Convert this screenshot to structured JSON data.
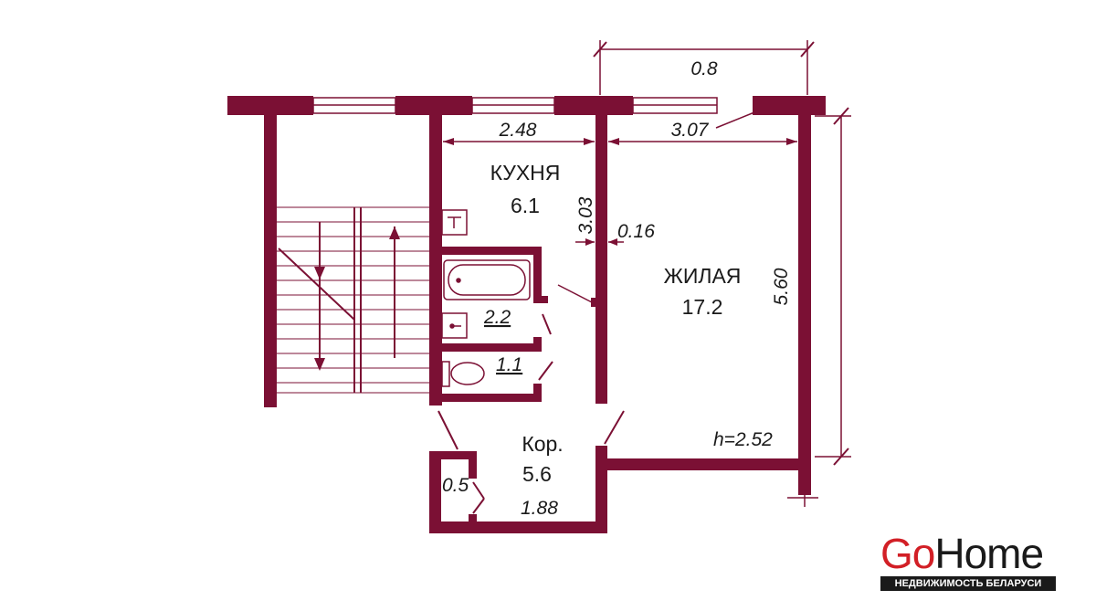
{
  "colors": {
    "wall": "#7b1034",
    "line": "#7b1034",
    "text": "#1a1a1a",
    "brand_red": "#d21f26",
    "brand_dark": "#1a1a1a"
  },
  "rooms": {
    "kitchen": {
      "name": "КУХНЯ",
      "area": "6.1"
    },
    "living": {
      "name": "ЖИЛАЯ",
      "area": "17.2"
    },
    "corridor": {
      "name": "Кор.",
      "area": "5.6"
    },
    "bathroom": {
      "area": "2.2"
    },
    "toilet": {
      "area": "1.1"
    },
    "closet": {
      "area": "0.5"
    }
  },
  "dimensions": {
    "window_offset": "0.8",
    "kitchen_width": "2.48",
    "living_width": "3.07",
    "kitchen_depth": "3.03",
    "wall_thickness": "0.16",
    "living_length": "5.60",
    "ceiling_height": "h=2.52",
    "corridor_width": "1.88"
  },
  "fixtures": [
    "bathtub-icon",
    "washbasin-icon",
    "toilet-icon",
    "stove-icon",
    "stairs-icon"
  ],
  "brand": {
    "part1": "Go",
    "part2": "Home",
    "tagline": "НЕДВИЖИМОСТЬ БЕЛАРУСИ"
  }
}
